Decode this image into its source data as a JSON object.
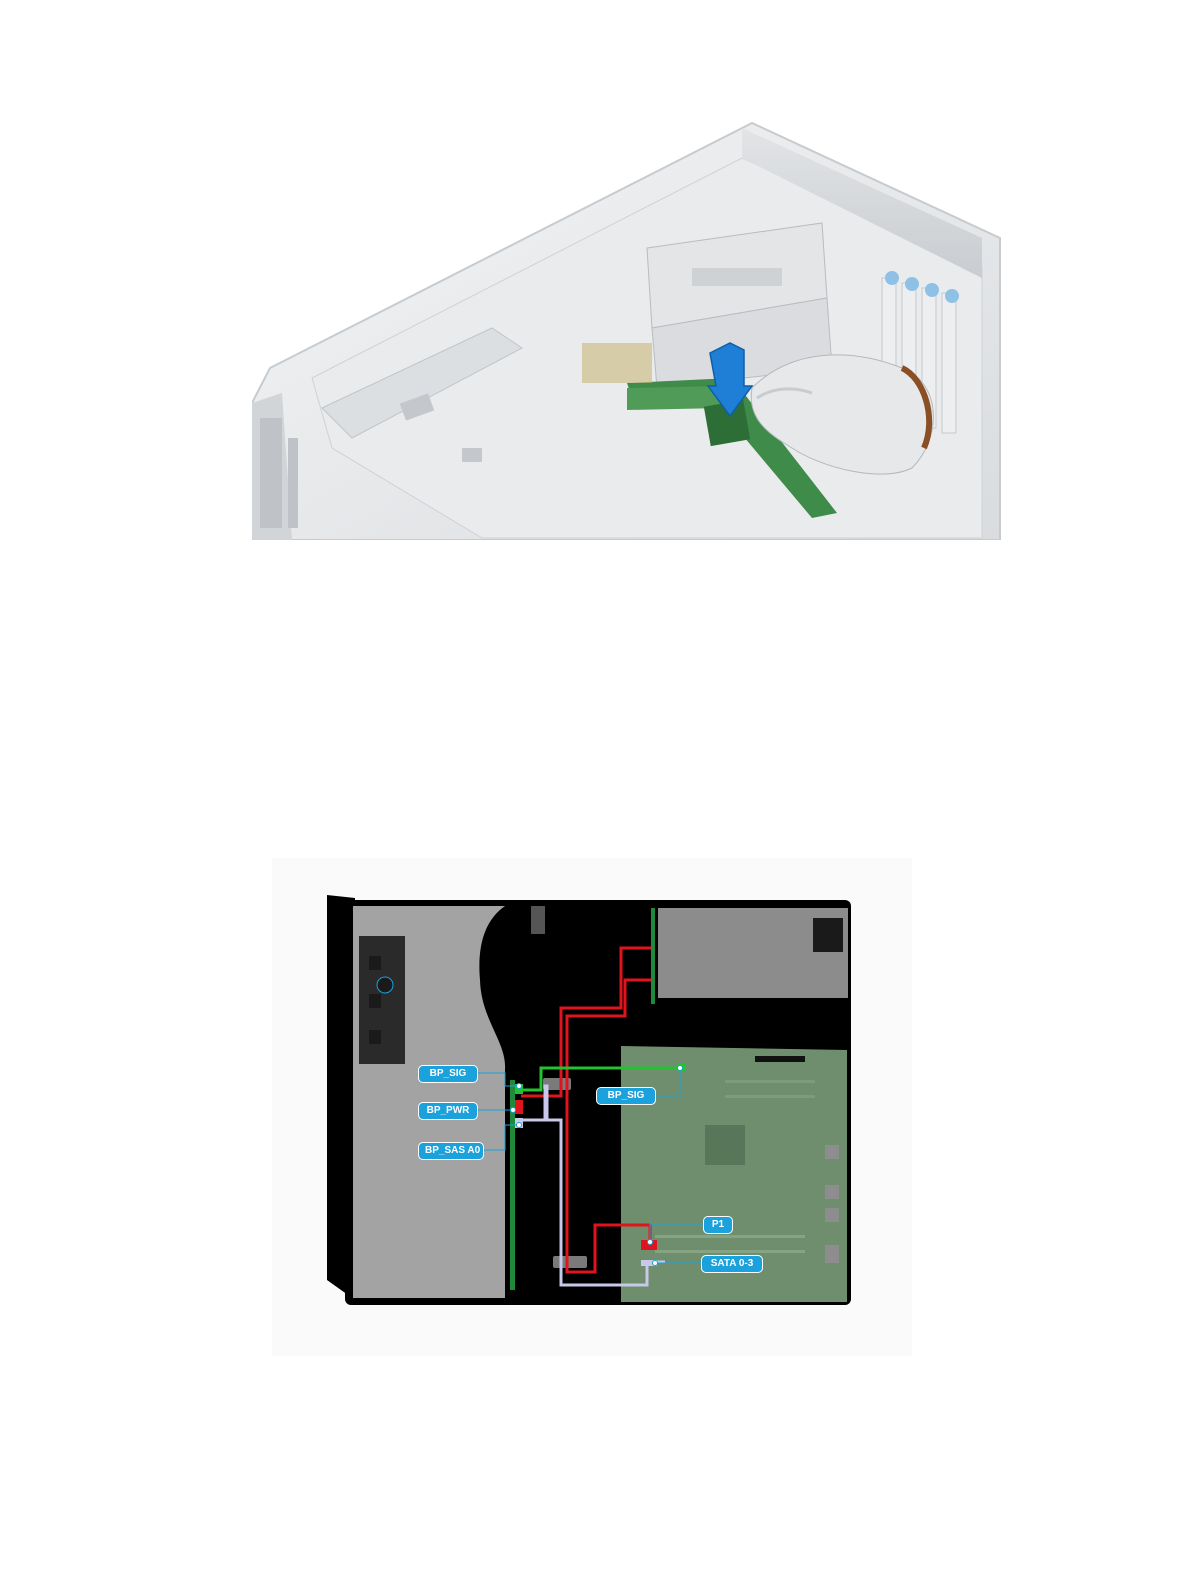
{
  "photo": {
    "description_icon": "server-chassis-hand-installing-card-with-down-arrow",
    "arrow_color": "#1f7fd6"
  },
  "diagram": {
    "labels": {
      "bp_sig_left": "BP_SIG",
      "bp_pwr": "BP_PWR",
      "bp_sas_a0": "BP_SAS A0",
      "bp_sig_mb": "BP_SIG",
      "p1": "P1",
      "sata": "SATA 0-3"
    },
    "colors": {
      "callout": "#1ba1dc",
      "power_cable": "#e0141c",
      "signal_cable": "#22c232",
      "sata_cable": "#c7c8ea",
      "chassis": "#000000",
      "drive_cage": "#a3a3a3",
      "motherboard": "#6f8e6d"
    }
  }
}
